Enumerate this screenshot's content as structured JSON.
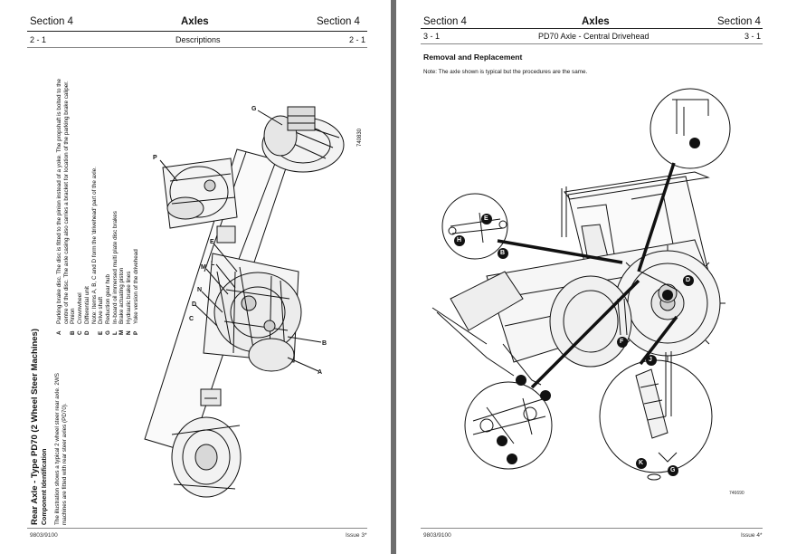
{
  "left": {
    "section": "Section 4",
    "chapter": "Axles",
    "section_right": "Section 4",
    "sub_left": "2 - 1",
    "sub_center": "Descriptions",
    "sub_right": "2 - 1",
    "title": "Rear Axle - Type PD70 (2 Wheel Steer Machines)",
    "subtitle": "Component Identification",
    "intro_lines": [
      "The illustration shows a typical 2 wheel steer rear axle. 2WS",
      "machines are fitted with rear steer axles (PD70)."
    ],
    "para_lines": [
      "Parking brake disc. The disc is fitted to the pinion instead of a yoke. The propshaft is bolted to the",
      "centre of the disc. The axle casing also carries a bracket for location of the parking brake caliper."
    ],
    "key": [
      {
        "letter": "A",
        "text": ""
      },
      {
        "letter": "B",
        "text": "Pinion"
      },
      {
        "letter": "C",
        "text": "Crownwheel"
      },
      {
        "letter": "D",
        "text": "Differential unit"
      },
      {
        "letter": "",
        "text": "Note: Items A, B, C and D form the 'drivehead' part of the axle."
      },
      {
        "letter": "E",
        "text": "Drive shaft"
      },
      {
        "letter": "G",
        "text": "Reduction gear hub"
      },
      {
        "letter": "L",
        "text": "In-board oil immersed multi plate disc brakes"
      },
      {
        "letter": "M",
        "text": "Brake actuating piston"
      },
      {
        "letter": "N",
        "text": "Hydraulic brake lines"
      },
      {
        "letter": "P",
        "text": "Yoke version of the drivehead"
      }
    ],
    "fig_id": "740830",
    "callouts": [
      "G",
      "P",
      "E",
      "L",
      "M",
      "N",
      "D",
      "C",
      "B",
      "A"
    ],
    "footer_left": "9803/9100",
    "footer_right": "Issue 3*"
  },
  "right": {
    "section": "Section 4",
    "chapter": "Axles",
    "section_right": "Section 4",
    "sub_left": "3 - 1",
    "sub_center": "PD70 Axle - Central Drivehead",
    "sub_right": "3 - 1",
    "title": "Removal and Replacement",
    "note": "Note: The axle shown is typical but the procedures are the same.",
    "callouts": [
      "E",
      "B",
      "H",
      "F",
      "D",
      "J",
      "K",
      "G"
    ],
    "fig_id": "746690",
    "footer_left": "9803/9100",
    "footer_right": "Issue 4*"
  }
}
